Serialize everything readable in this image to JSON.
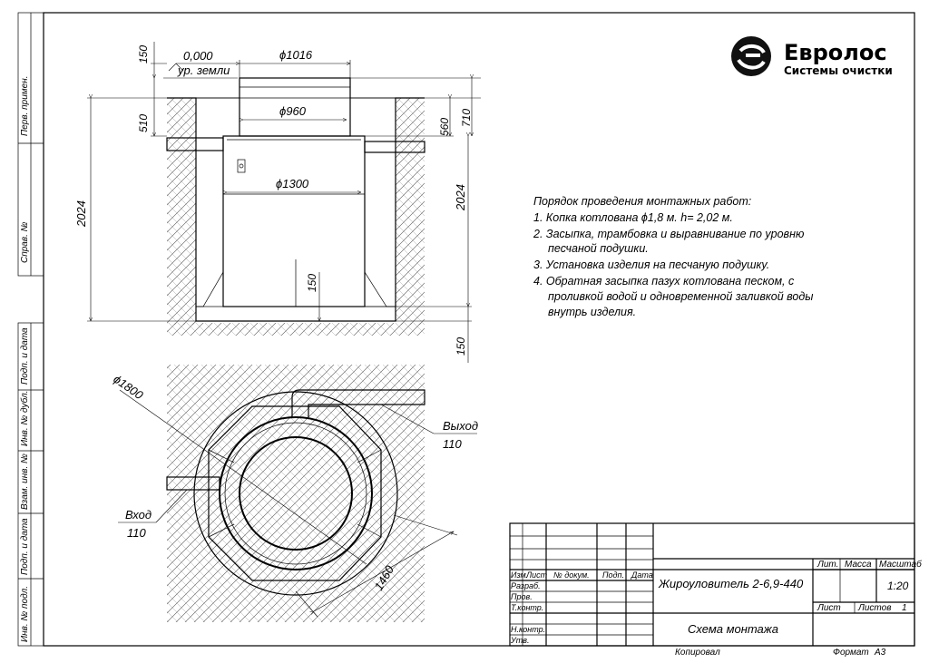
{
  "logo": {
    "name": "Евролос",
    "subtitle": "Системы очистки"
  },
  "section_view": {
    "ground_level_value": "0,000",
    "ground_level_label": "ур. земли",
    "neck_diameter": "ϕ1016",
    "neck_inner_diameter": "ϕ960",
    "body_diameter": "ϕ1300",
    "dim_top_150": "150",
    "dim_neck_510": "510",
    "dim_left_2024": "2024",
    "dim_right_560": "560",
    "dim_right_710": "710",
    "dim_right_2024": "2024",
    "dim_bottom_150": "150",
    "dim_base_150": "150"
  },
  "plan_view": {
    "pit_diameter": "ϕ1800",
    "outer_dimension": "1460",
    "outlet_label": "Выход",
    "outlet_value": "110",
    "inlet_label": "Вход",
    "inlet_value": "110"
  },
  "notes": {
    "title": "Порядок проведения монтажных работ:",
    "lines": [
      "1. Копка котлована ϕ1,8 м. h= 2,02 м.",
      "2. Засыпка, трамбовка и выравнивание по уровню",
      "песчаной подушки.",
      "3. Установка изделия на песчаную подушку.",
      "4. Обратная засыпка пазух котлована песком, с",
      "проливкой водой и одновременной заливкой воды",
      "внутрь изделия."
    ]
  },
  "side_stamp": {
    "labels": [
      "Перв. примен.",
      "Справ. №",
      "Подп. и дата",
      "Инв. № дубл.",
      "Взам. инв. №",
      "Подп. и дата",
      "Инв. № подл."
    ]
  },
  "title_block": {
    "headers": [
      "Изм.",
      "Лист",
      "№ докум.",
      "Подп.",
      "Дата"
    ],
    "rows": [
      "Разраб.",
      "Пров.",
      "Т.контр.",
      "Н.контр.",
      "Утв."
    ],
    "product_name": "Жироуловитель 2-6,9-440",
    "sheet_title": "Схема монтажа",
    "lit_label": "Лит.",
    "mass_label": "Масса",
    "scale_label": "Масштаб",
    "scale_value": "1:20",
    "sheet_label": "Лист",
    "sheets_label": "Листов",
    "sheets_value": "1",
    "copied_label": "Копировал",
    "format_label": "Формат",
    "format_value": "А3"
  }
}
